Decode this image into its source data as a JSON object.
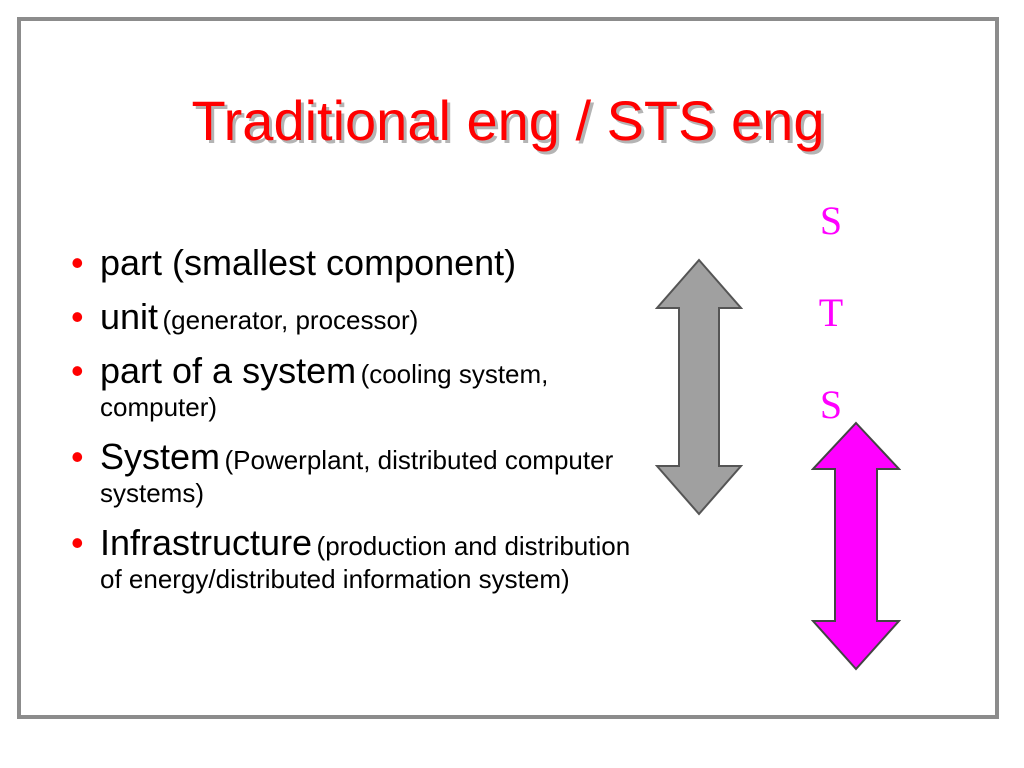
{
  "slide": {
    "title": "Traditional eng / STS eng",
    "bullets": [
      {
        "main": "part (smallest component)",
        "sub": ""
      },
      {
        "main": "unit",
        "sub": "(generator, processor)"
      },
      {
        "main": "part of a system",
        "sub": "(cooling system, computer)"
      },
      {
        "main": "System",
        "sub": "(Powerplant, distributed computer systems)"
      },
      {
        "main": "Infrastructure",
        "sub": "(production and distribution of energy/distributed information system)"
      }
    ],
    "sts_letters": [
      "S",
      "T",
      "S"
    ]
  },
  "colors": {
    "title": "#ff0000",
    "bullet": "#ff0000",
    "sts_text": "#ff00ff",
    "arrow_gray": "#a0a0a0",
    "arrow_magenta": "#ff00ff",
    "frame": "#8c8c8c"
  },
  "icons": {
    "left_arrow": "double-headed-vertical-arrow",
    "right_arrow": "double-headed-vertical-arrow"
  }
}
